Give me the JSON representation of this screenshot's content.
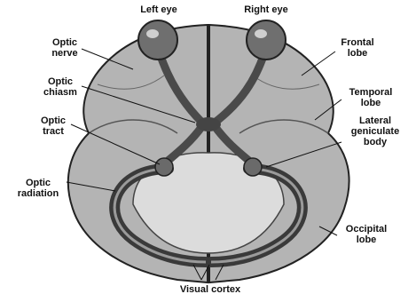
{
  "labels": {
    "left_eye": "Left eye",
    "right_eye": "Right eye",
    "optic_nerve": "Optic\nnerve",
    "optic_chiasm": "Optic\nchiasm",
    "optic_tract": "Optic\ntract",
    "optic_radiation": "Optic\nradiation",
    "frontal_lobe": "Frontal\nlobe",
    "temporal_lobe": "Temporal\nlobe",
    "lateral_geniculate_body": "Lateral\ngeniculate\nbody",
    "occipital_lobe": "Occipital\nlobe",
    "visual_cortex": "Visual cortex"
  },
  "colors": {
    "brain_fill": "#b4b4b4",
    "brain_dark": "#8a8a8a",
    "pathway": "#4a4a4a",
    "eye": "#6f6f6f",
    "outline": "#222222"
  }
}
